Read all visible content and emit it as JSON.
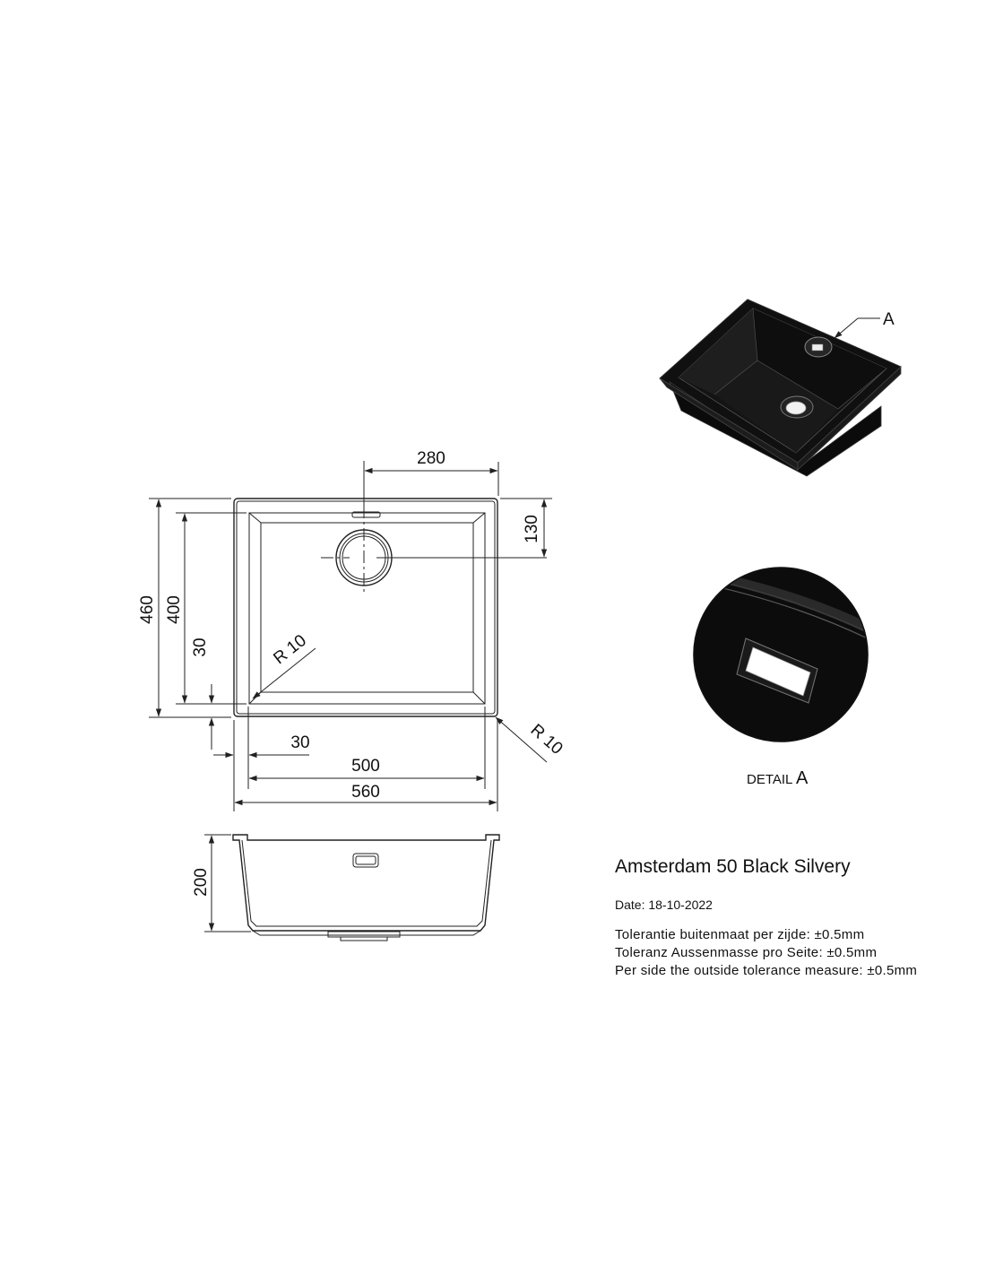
{
  "product": {
    "title": "Amsterdam 50 Black Silvery",
    "date": "Date: 18-10-2022"
  },
  "tolerances": [
    "Tolerantie buitenmaat per zijde: ±0.5mm",
    "Toleranz Aussenmasse pro Seite: ±0.5mm",
    "Per side the outside tolerance measure: ±0.5mm"
  ],
  "dimensions": {
    "drain_offset_x": "280",
    "drain_offset_y": "130",
    "outer_height": "460",
    "inner_height": "400",
    "rim_left": "30",
    "rim_bottom": "30",
    "inner_width": "500",
    "outer_width": "560",
    "depth": "200",
    "inner_radius": "R 10",
    "outer_radius": "R 10"
  },
  "detail": {
    "callout": "A",
    "label": "DETAIL",
    "letter": "A"
  },
  "colors": {
    "sink": "#0d0d0d",
    "lines": "#222222"
  }
}
